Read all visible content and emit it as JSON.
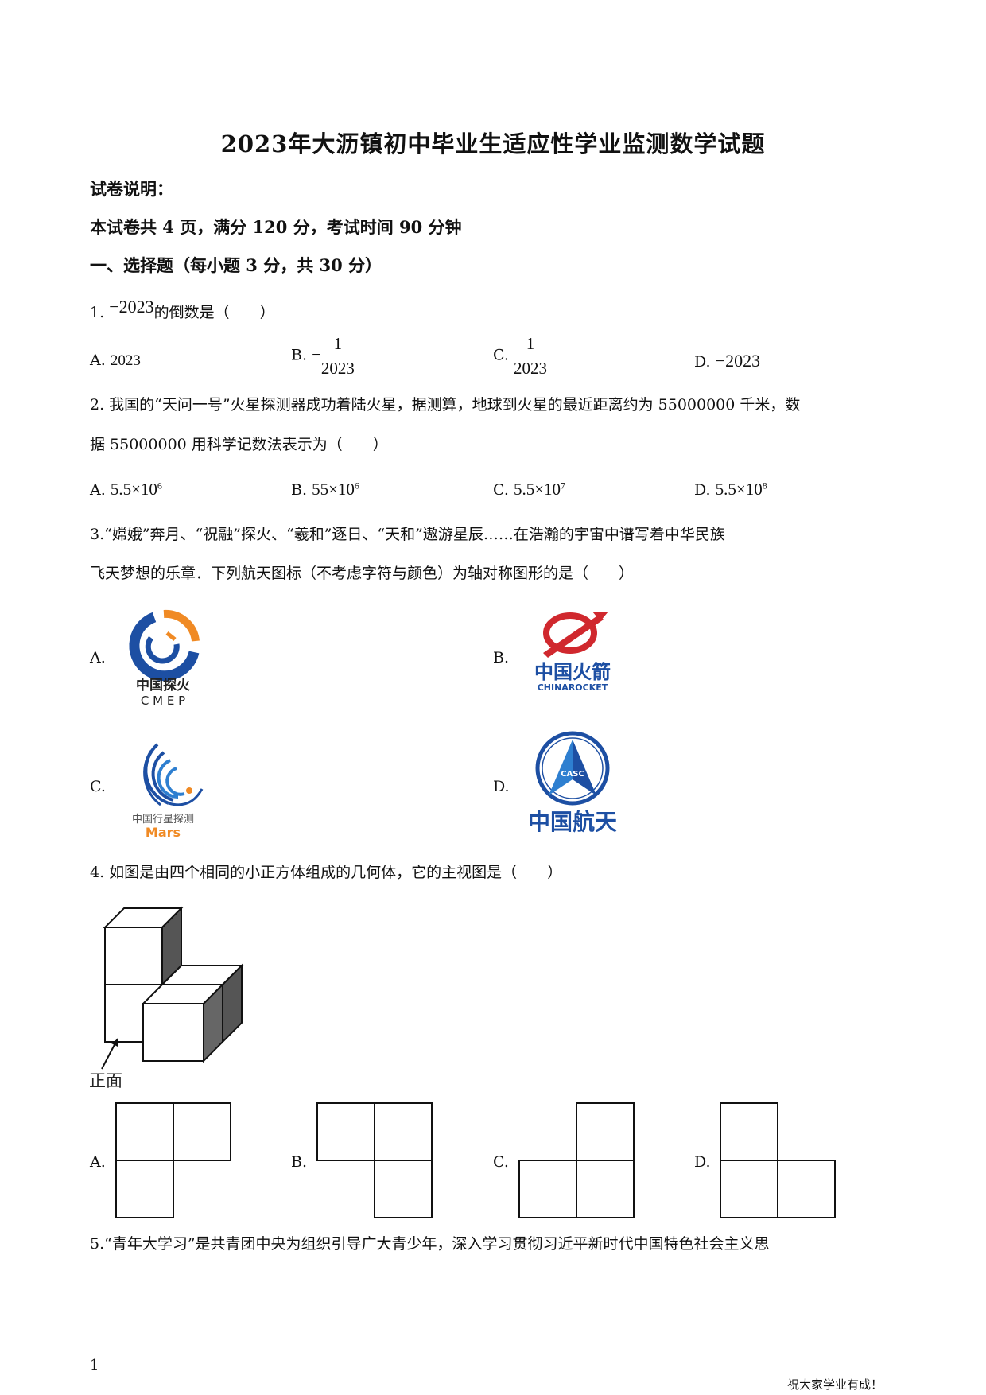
{
  "title": "2023年大沥镇初中毕业生适应性学业监测数学试题",
  "instructions": {
    "label": "试卷说明：",
    "text": "本试卷共 4 页，满分 120 分，考试时间 90 分钟"
  },
  "section1": "一、选择题（每小题 3 分，共 30 分）",
  "q1": {
    "prefix": "1.",
    "expr": "−2023",
    "stem": "的倒数是（　　）",
    "options": [
      {
        "label": "A.",
        "value": "2023"
      },
      {
        "label": "B.",
        "sign": "−",
        "num": "1",
        "den": "2023"
      },
      {
        "label": "C.",
        "num": "1",
        "den": "2023"
      },
      {
        "label": "D.",
        "value": "−2023"
      }
    ]
  },
  "q2": {
    "line1": "2. 我国的“天问一号”火星探测器成功着陆火星，据测算，地球到火星的最近距离约为 55000000 千米，数",
    "line2": "据 55000000 用科学记数法表示为（　　）",
    "options": [
      {
        "label": "A.",
        "base": "5.5×10",
        "exp": "6"
      },
      {
        "label": "B.",
        "base": "55×10",
        "exp": "6"
      },
      {
        "label": "C.",
        "base": "5.5×10",
        "exp": "7"
      },
      {
        "label": "D.",
        "base": "5.5×10",
        "exp": "8"
      }
    ]
  },
  "q3": {
    "line1": "3.“嫦娥”奔月、“祝融”探火、“羲和”逐日、“天和”遨游星辰……在浩瀚的宇宙中谱写着中华民族",
    "line2": "飞天梦想的乐章．下列航天图标（不考虑字符与颜色）为轴对称图形的是（　　）",
    "options": [
      {
        "label": "A.",
        "logo_cn": "中国探火",
        "logo_en": "C M E P",
        "icon": "cmep-logo-icon"
      },
      {
        "label": "B.",
        "logo_cn": "中国火箭",
        "logo_en": "CHINAROCKET",
        "icon": "china-rocket-logo-icon"
      },
      {
        "label": "C.",
        "logo_cn": "中国行星探测",
        "logo_en": "Mars",
        "icon": "mars-logo-icon"
      },
      {
        "label": "D.",
        "logo_cn": "中国航天",
        "logo_en": "CASC",
        "icon": "casc-logo-icon"
      }
    ]
  },
  "q4": {
    "stem": "4. 如图是由四个相同的小正方体组成的几何体，它的主视图是（　　）",
    "front_label": "正面",
    "options": [
      {
        "label": "A."
      },
      {
        "label": "B."
      },
      {
        "label": "C."
      },
      {
        "label": "D."
      }
    ]
  },
  "q5": {
    "line1": "5.“青年大学习”是共青团中央为组织引导广大青少年，深入学习贯彻习近平新时代中国特色社会主义思"
  },
  "footer": {
    "page": "1",
    "slogan": "祝大家学业有成！"
  },
  "colors": {
    "logo_blue": "#1d4fa3",
    "logo_orange": "#f08a24",
    "rocket_red": "#d0282e",
    "cube_dark": "#555555"
  }
}
